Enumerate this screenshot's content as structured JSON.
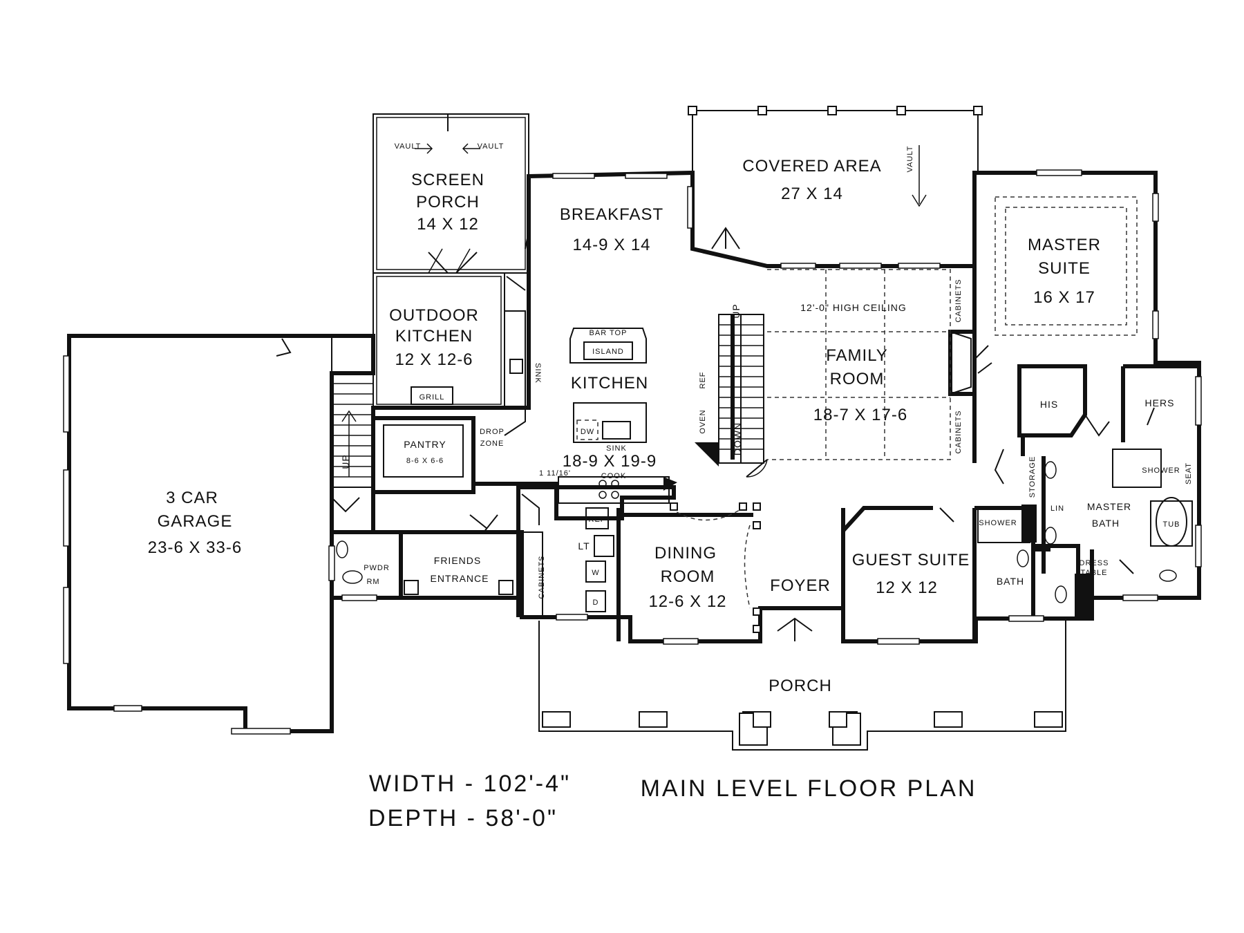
{
  "rooms": {
    "screen_porch": {
      "name1": "SCREEN",
      "name2": "PORCH",
      "dims": "14 X 12",
      "vault_left": "VAULT",
      "vault_right": "VAULT"
    },
    "breakfast": {
      "name": "BREAKFAST",
      "dims": "14-9 X 14"
    },
    "covered_area": {
      "name": "COVERED AREA",
      "dims": "27 X 14",
      "vault": "VAULT"
    },
    "master_suite": {
      "name1": "MASTER",
      "name2": "SUITE",
      "dims": "16 X 17"
    },
    "outdoor_kitchen": {
      "name1": "OUTDOOR",
      "name2": "KITCHEN",
      "dims": "12 X 12-6",
      "grill": "GRILL",
      "sink": "SINK"
    },
    "kitchen": {
      "name": "KITCHEN",
      "dims": "18-9 X 19-9",
      "bar_top": "BAR TOP",
      "island": "ISLAND",
      "dw": "DW",
      "sink": "SINK",
      "cook": "COOK",
      "ref": "REF",
      "lt": "LT",
      "w": "W",
      "d": "D",
      "dim_note": "1 11/16'"
    },
    "family_room": {
      "ceiling": "12'-0\" HIGH CEILING",
      "name1": "FAMILY",
      "name2": "ROOM",
      "dims": "18-7 X 17-6",
      "cabinets": "CABINETS"
    },
    "stairs": {
      "up": "UP",
      "down": "DOWN",
      "oven": "OVEN",
      "ref": "REF"
    },
    "his": "HIS",
    "hers": "HERS",
    "garage": {
      "name1": "3 CAR",
      "name2": "GARAGE",
      "dims": "23-6 X 33-6",
      "up": "UP"
    },
    "pantry": {
      "name": "PANTRY",
      "dims": "8-6 X 6-6"
    },
    "drop_zone": {
      "line1": "DROP",
      "line2": "ZONE"
    },
    "powder_room": {
      "line1": "PWDR",
      "line2": "RM"
    },
    "friends_entrance": {
      "line1": "FRIENDS",
      "line2": "ENTRANCE"
    },
    "cabinets_left": "CABINETS",
    "dining_room": {
      "name1": "DINING",
      "name2": "ROOM",
      "dims": "12-6 X 12"
    },
    "foyer": "FOYER",
    "guest_suite": {
      "name": "GUEST SUITE",
      "dims": "12 X 12"
    },
    "bath": "BATH",
    "shower_guest": "SHOWER",
    "storage": "STORAGE",
    "lin": "LIN",
    "master_bath": {
      "line1": "MASTER",
      "line2": "BATH",
      "shower": "SHOWER",
      "seat": "SEAT",
      "tub": "TUB",
      "dress1": "DRESS",
      "dress2": "TABLE"
    },
    "porch": "PORCH"
  },
  "footer": {
    "width": "WIDTH - 102'-4\"",
    "depth": "DEPTH - 58'-0\"",
    "title": "MAIN LEVEL FLOOR PLAN"
  }
}
